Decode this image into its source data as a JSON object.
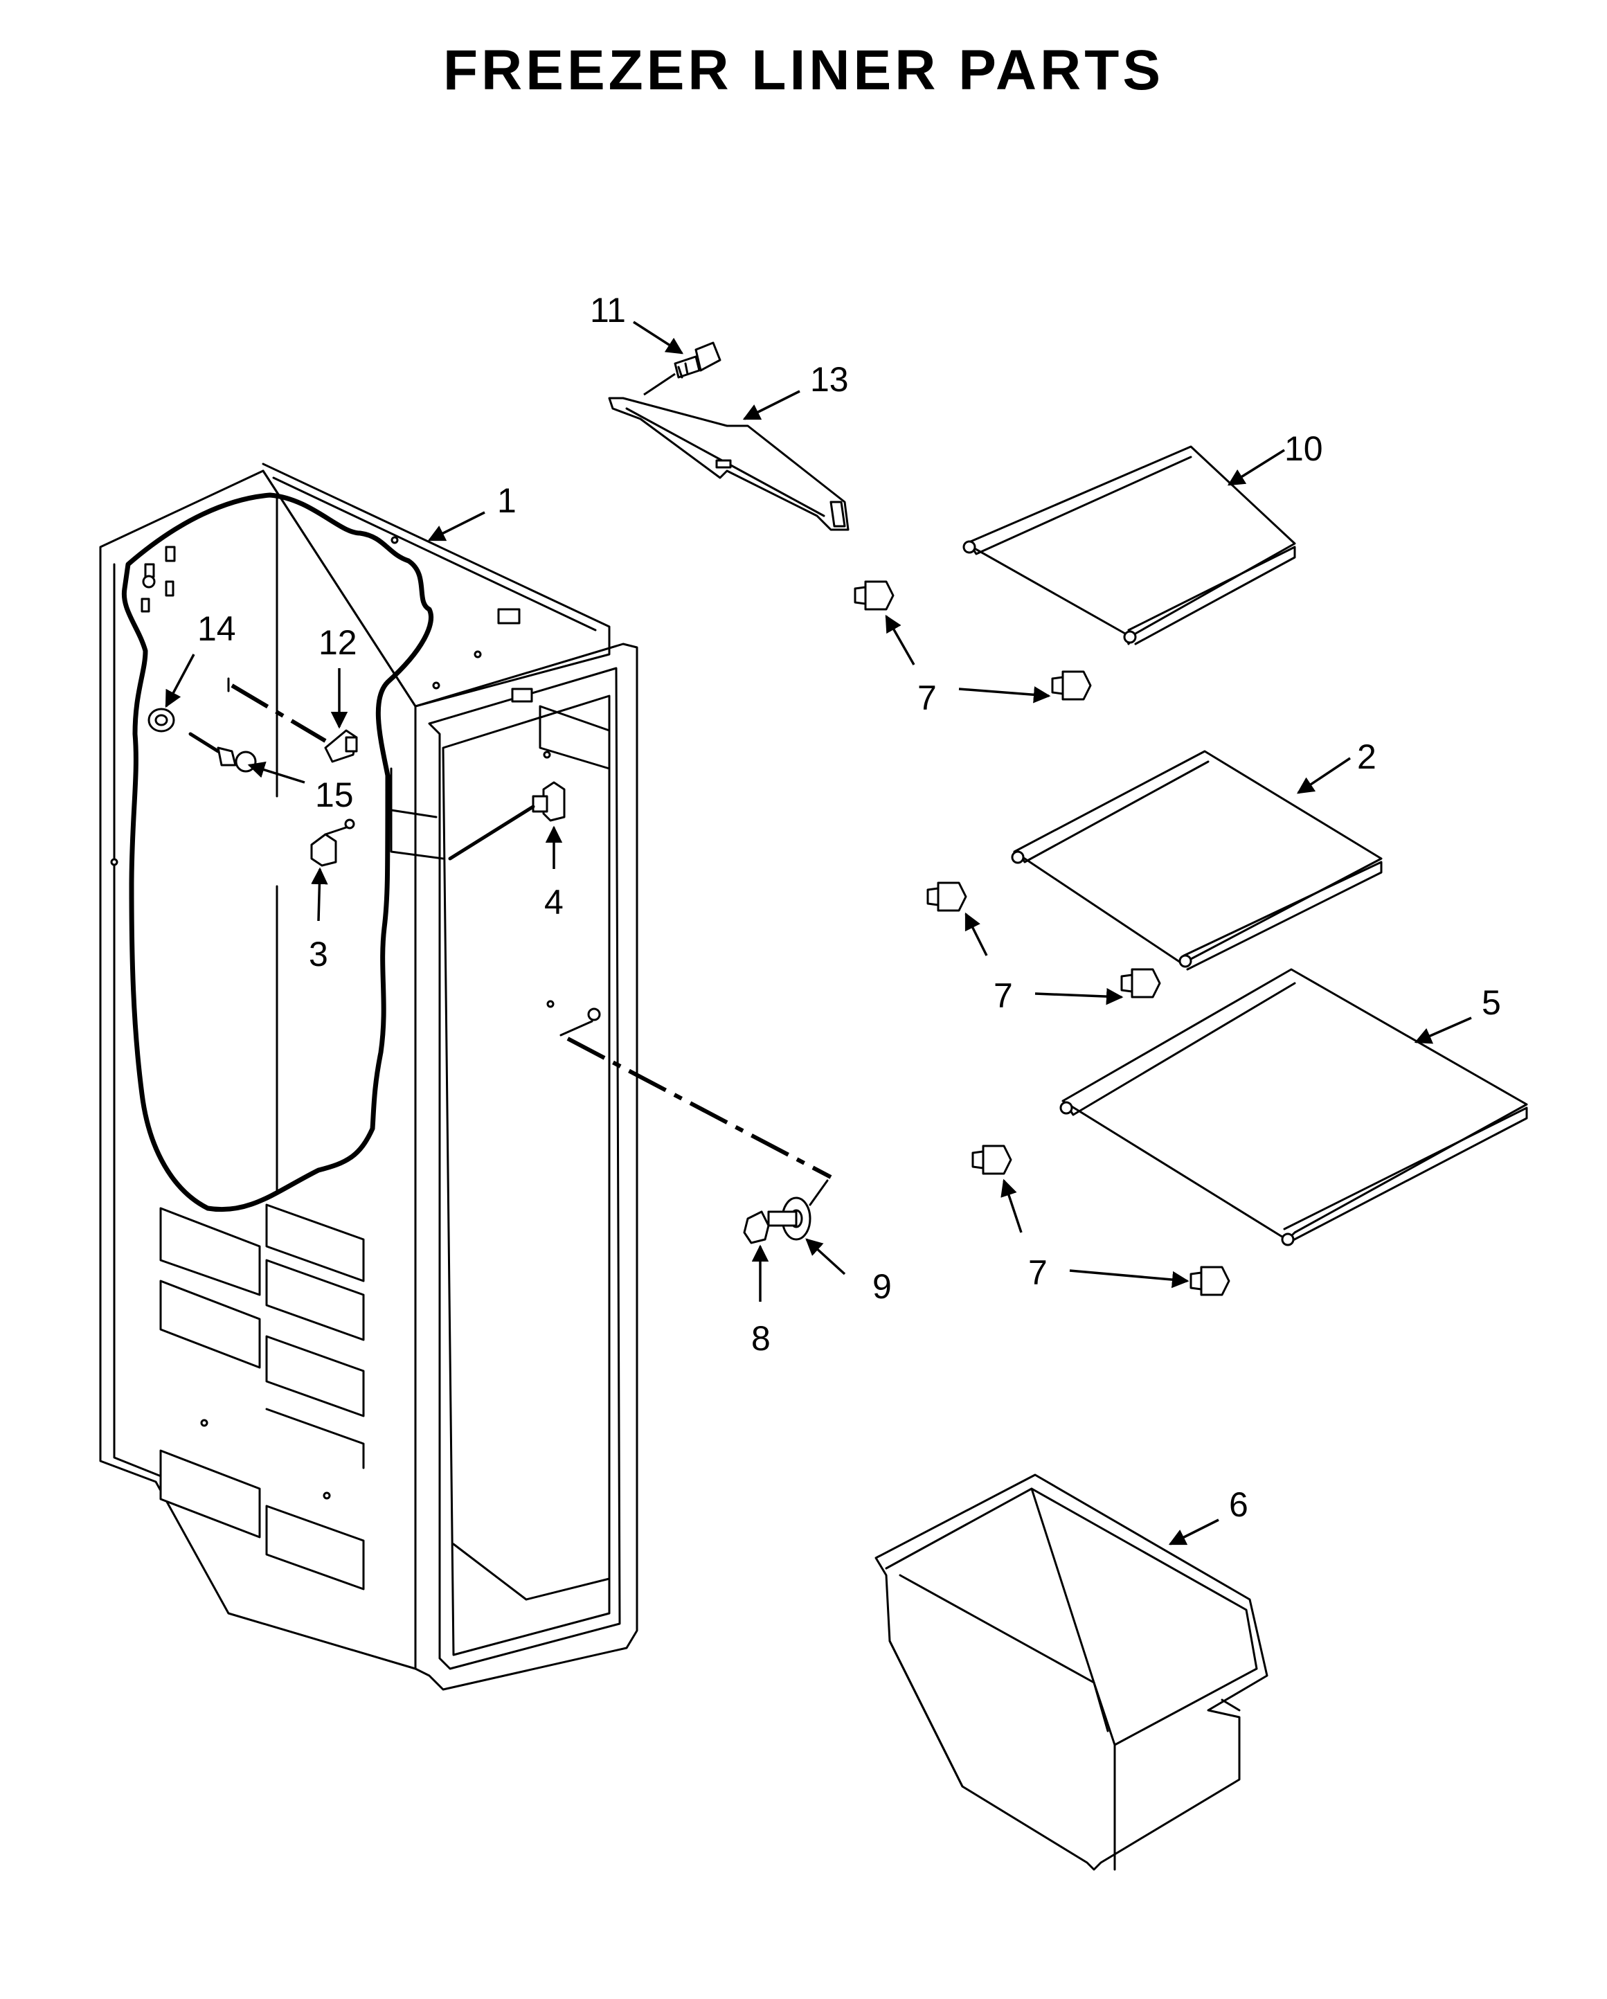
{
  "title": "FREEZER LINER PARTS",
  "callouts": [
    "1",
    "2",
    "3",
    "4",
    "5",
    "6",
    "7",
    "7",
    "7",
    "7",
    "7",
    "7",
    "8",
    "9",
    "10",
    "11",
    "12",
    "13",
    "14",
    "15"
  ]
}
